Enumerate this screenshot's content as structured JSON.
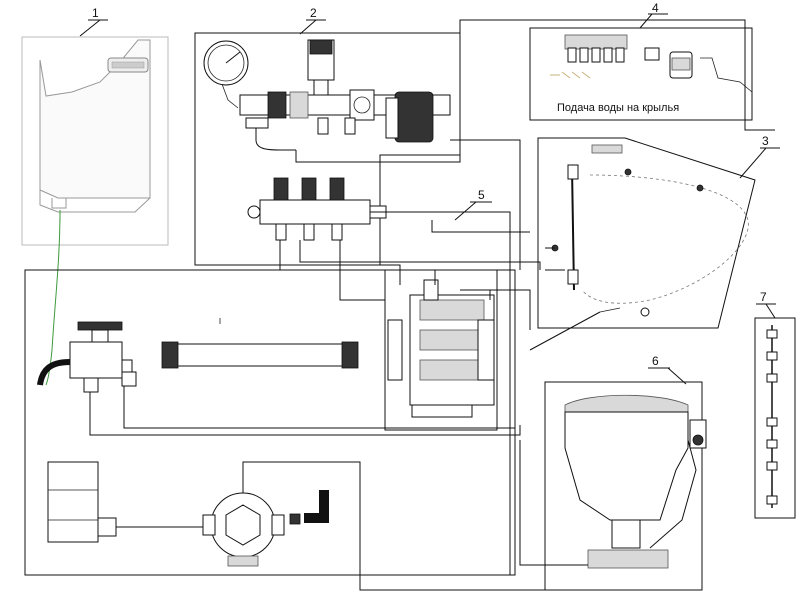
{
  "callouts": [
    "1",
    "2",
    "3",
    "4",
    "5",
    "6",
    "7"
  ],
  "water_caption": "Подача воды на крылья"
}
